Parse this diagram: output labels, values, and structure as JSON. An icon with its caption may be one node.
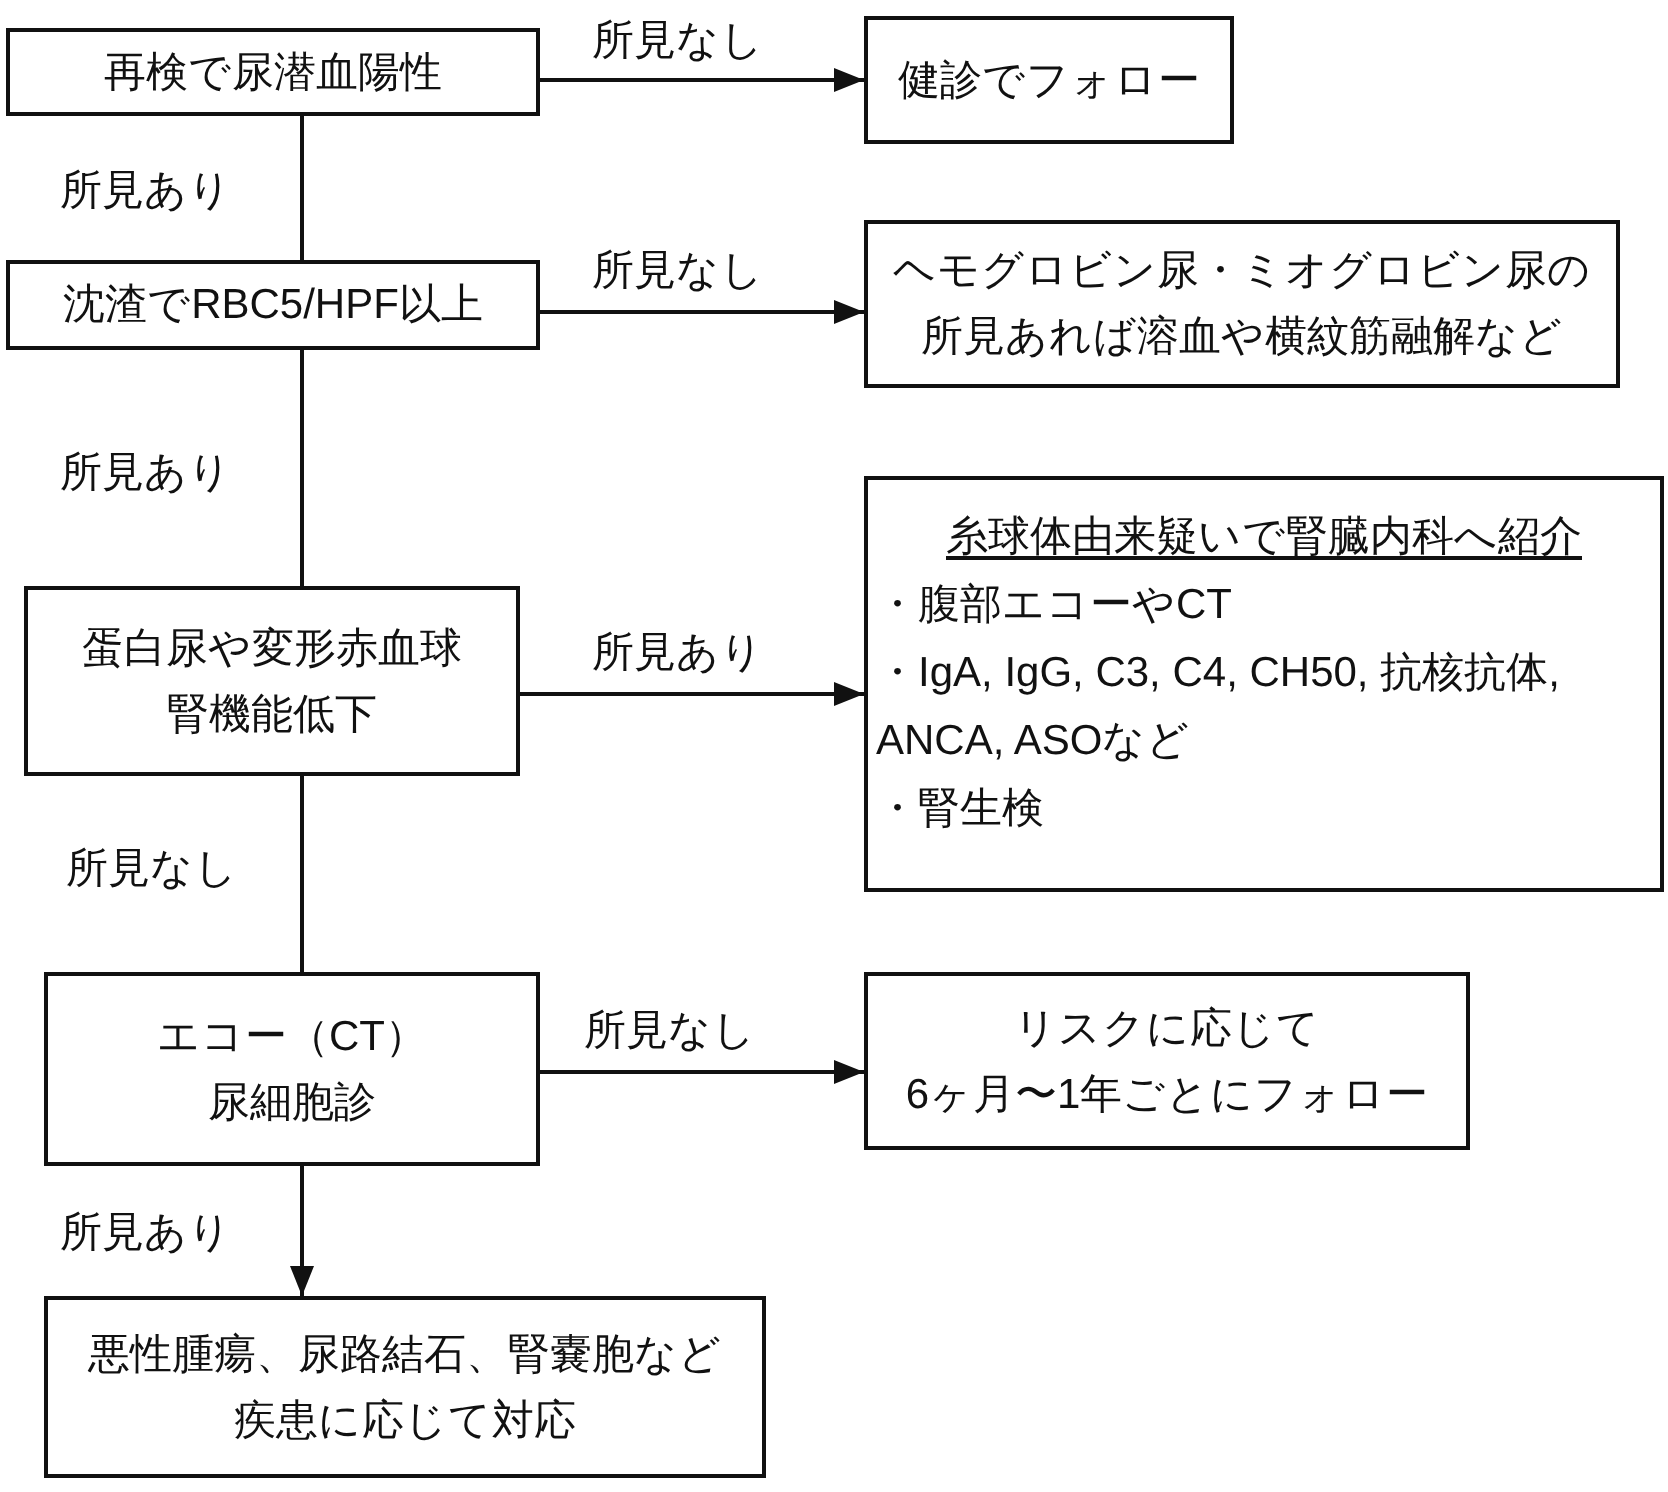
{
  "diagram": {
    "nodes": [
      {
        "text": [
          "再検で尿潜血陽性"
        ]
      },
      {
        "text": [
          "健診でフォロー"
        ]
      },
      {
        "text": [
          "沈渣でRBC5/HPF以上"
        ]
      },
      {
        "text": [
          "ヘモグロビン尿・ミオグロビン尿の所見あれば溶血や横紋筋融解など"
        ]
      },
      {
        "text": [
          "蛋白尿や変形赤血球腎機能低下"
        ]
      },
      {
        "text": [
          "糸球体由来疑いで腎臓内科へ紹介",
          "・腹部エコーやCT",
          "・IgA, IgG, C3, C4, CH50, 抗核抗体, ANCA, ASOなど",
          "・腎生検"
        ]
      },
      {
        "text": [
          "エコー（CT）尿細胞診"
        ]
      },
      {
        "text": [
          "リスクに応じて6ヶ月〜1年ごとにフォロー"
        ]
      },
      {
        "text": [
          "悪性腫瘍、尿路結石、腎嚢胞など疾患に応じて対応"
        ]
      }
    ],
    "edges": [
      {
        "from": 0,
        "to": 1,
        "arrow": "to",
        "label": "所見なし"
      },
      {
        "from": 0,
        "to": 2,
        "arrow": "none",
        "label": "所見あり"
      },
      {
        "from": 2,
        "to": 3,
        "arrow": "to",
        "label": "所見なし"
      },
      {
        "from": 2,
        "to": 4,
        "arrow": "none",
        "label": "所見あり"
      },
      {
        "from": 4,
        "to": 5,
        "arrow": "to",
        "label": "所見あり"
      },
      {
        "from": 4,
        "to": 6,
        "arrow": "none",
        "label": "所見なし"
      },
      {
        "from": 6,
        "to": 7,
        "arrow": "to",
        "label": "所見なし"
      },
      {
        "from": 6,
        "to": 8,
        "arrow": "to",
        "label": "所見あり"
      }
    ]
  }
}
